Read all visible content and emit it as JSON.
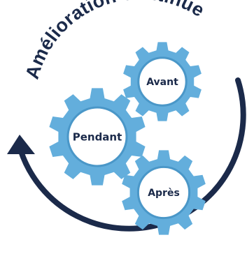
{
  "title": "Amélioration continue",
  "gears": [
    {
      "label": "Avant"
    },
    {
      "label": "Pendant"
    },
    {
      "label": "Après"
    }
  ],
  "colors": {
    "gear": "#63aedc",
    "gear_dark": "#4a97c8",
    "gear_center": "#ffffff",
    "arrow": "#1b2a4a",
    "text": "#1b2a4a"
  }
}
